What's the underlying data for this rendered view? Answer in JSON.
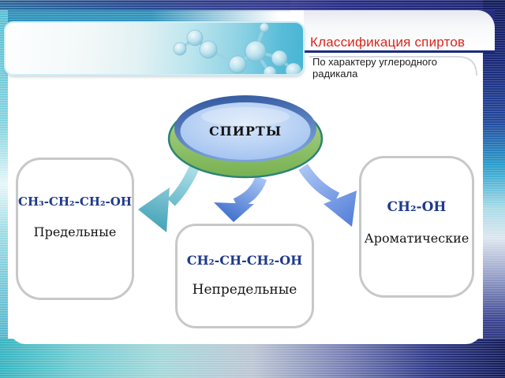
{
  "slide": {
    "header": {
      "title": "Классификация спиртов",
      "subtitle": "По характеру углеродного радикала"
    },
    "center": {
      "label": "СПИРТЫ"
    },
    "categories": [
      {
        "formula": "CH₃-CH₂-CH₂-OH",
        "label": "Предельные"
      },
      {
        "formula": "CH₂-CH-CH₂-OH",
        "label": "Непредельные"
      },
      {
        "formula": "CH₂-OH",
        "label": "Ароматические"
      }
    ],
    "colors": {
      "title_red": "#da251d",
      "underline_navy": "#1c2a7e",
      "formula_navy": "#1f3a8c",
      "band_navy": "#272c84",
      "band_teal": "#2f93bc",
      "disc_green": "#8aba60",
      "disc_blue_rim": "#2f549a",
      "disc_blue_face": "#aac8f0",
      "arrow_teal": "#56b4c8",
      "arrow_blue": "#5b85d8",
      "box_border": "#c6c8ca"
    }
  }
}
